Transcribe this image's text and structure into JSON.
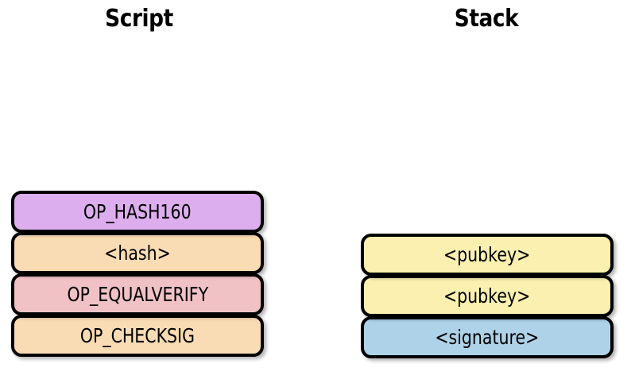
{
  "figure": {
    "columns": [
      {
        "key": "script",
        "heading": "Script",
        "items": [
          {
            "label": "OP_HASH160",
            "color": "#ddaeee",
            "fill": "fill-purple"
          },
          {
            "label": "<hash>",
            "color": "#fadcb4",
            "fill": "fill-peach"
          },
          {
            "label": "OP_EQUALVERIFY",
            "color": "#f0c2c6",
            "fill": "fill-pink"
          },
          {
            "label": "OP_CHECKSIG",
            "color": "#fadcb4",
            "fill": "fill-peach"
          }
        ]
      },
      {
        "key": "stack",
        "heading": "Stack",
        "items": [
          {
            "label": "<pubkey>",
            "color": "#fbf0b0",
            "fill": "fill-yellow"
          },
          {
            "label": "<pubkey>",
            "color": "#fbf0b0",
            "fill": "fill-yellow"
          },
          {
            "label": "<signature>",
            "color": "#aed2e8",
            "fill": "fill-blue"
          }
        ]
      }
    ],
    "palette": {
      "background": "#ffffff",
      "border": "#000000",
      "text": "#000000",
      "purple": "#ddaeee",
      "peach": "#fadcb4",
      "pink": "#f0c2c6",
      "yellow": "#fbf0b0",
      "blue": "#aed2e8"
    }
  }
}
